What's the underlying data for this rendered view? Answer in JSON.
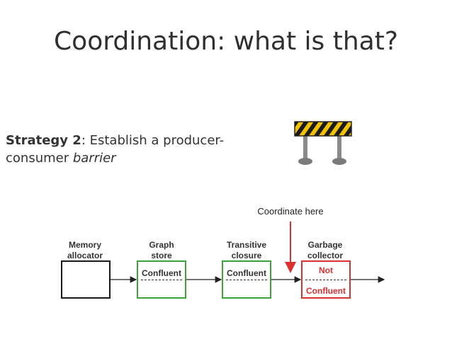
{
  "title": "Coordination: what is that?",
  "strategy": {
    "label": "Strategy 2",
    "text_1": ": Establish a producer-",
    "text_2": "consumer ",
    "italic": "barrier"
  },
  "coordinate_label": "Coordinate here",
  "stages": [
    {
      "label_1": "Memory",
      "label_2": "allocator",
      "status_top": "",
      "status": ""
    },
    {
      "label_1": "Graph",
      "label_2": "store",
      "status_top": "",
      "status": "Confluent"
    },
    {
      "label_1": "Transitive",
      "label_2": "closure",
      "status_top": "",
      "status": "Confluent"
    },
    {
      "label_1": "Garbage",
      "label_2": "collector",
      "status_top": "Not",
      "status": "Confluent"
    }
  ],
  "colors": {
    "confluent": "#3aa33a",
    "not_confluent": "#d93030",
    "arrow": "#d93030"
  },
  "icon": "barrier-icon"
}
